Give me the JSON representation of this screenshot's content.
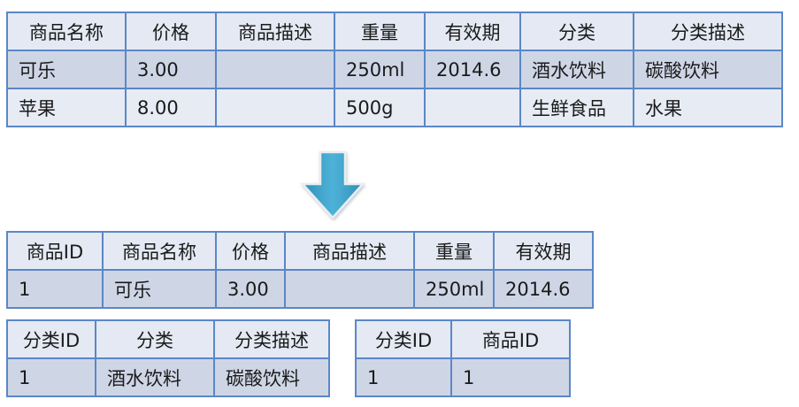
{
  "main_table": {
    "headers": [
      "商品名称",
      "价格",
      "商品描述",
      "重量",
      "有效期",
      "分类",
      "分类描述"
    ],
    "rows": [
      [
        "可乐",
        "3.00",
        "",
        "250ml",
        "2014.6",
        "酒水饮料",
        "碳酸饮料"
      ],
      [
        "苹果",
        "8.00",
        "",
        "500g",
        "",
        "生鲜食品",
        "水果"
      ]
    ]
  },
  "product_table": {
    "headers": [
      "商品ID",
      "商品名称",
      "价格",
      "商品描述",
      "重量",
      "有效期"
    ],
    "rows": [
      [
        "1",
        "可乐",
        "3.00",
        "",
        "250ml",
        "2014.6"
      ]
    ]
  },
  "category_table": {
    "headers": [
      "分类ID",
      "分类",
      "分类描述"
    ],
    "rows": [
      [
        "1",
        "酒水饮料",
        "碳酸饮料"
      ]
    ]
  },
  "link_table": {
    "headers": [
      "分类ID",
      "商品ID"
    ],
    "rows": [
      [
        "1",
        "1"
      ]
    ]
  },
  "colors": {
    "border": "#5b87c7",
    "header_fill": "#e4e9f3",
    "cell_fill": "#ced6e6",
    "arrow": "#3b9dc4"
  },
  "icons": {
    "arrow": "down-arrow-icon"
  }
}
